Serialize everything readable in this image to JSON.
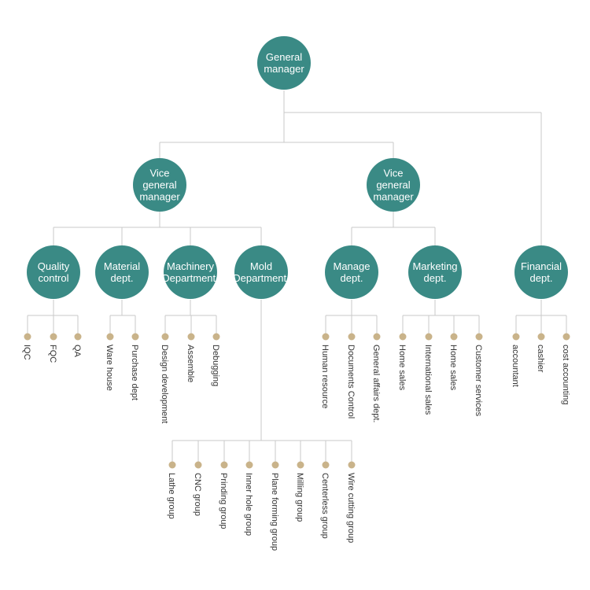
{
  "colors": {
    "node_fill": "#3a8a85",
    "leaf_dot": "#c9b38a",
    "line": "#c8c8c8",
    "leaf_text": "#333333"
  },
  "org_chart": {
    "root": {
      "id": "general-manager",
      "label": [
        "General",
        "manager"
      ]
    },
    "vice_left": {
      "id": "vice-gm-left",
      "label": [
        "Vice",
        "general",
        "manager"
      ]
    },
    "vice_right": {
      "id": "vice-gm-right",
      "label": [
        "Vice",
        "general",
        "manager"
      ]
    },
    "departments": [
      {
        "id": "quality-control",
        "label": [
          "Quality",
          "control"
        ],
        "leaves": [
          "IQC",
          "FQC",
          "QA"
        ]
      },
      {
        "id": "material-dept",
        "label": [
          "Material",
          "dept."
        ],
        "leaves": [
          "Ware house",
          "Purchase dept"
        ]
      },
      {
        "id": "machinery-department",
        "label": [
          "Machinery",
          "Department."
        ],
        "leaves": [
          "Design development",
          "Assemble",
          "Debugging"
        ]
      },
      {
        "id": "mold-department",
        "label": [
          "Mold",
          "Department."
        ],
        "leaves": [
          "Lathe group",
          "CNC group",
          "Prinding group",
          "Inner hole group",
          "Plane forming group",
          "Milling group",
          "Centerless group",
          "Wire cutting group"
        ]
      },
      {
        "id": "manage-dept",
        "label": [
          "Manage",
          "dept."
        ],
        "leaves": [
          "Human resource",
          "Documents Control",
          "General affairs dept."
        ]
      },
      {
        "id": "marketing-dept",
        "label": [
          "Marketing",
          "dept."
        ],
        "leaves": [
          "Home sales",
          "International sales",
          "Home sales",
          "Customer services"
        ]
      },
      {
        "id": "financial-dept",
        "label": [
          "Financial",
          "dept."
        ],
        "leaves": [
          "accountant",
          "cashier",
          "cost accounting"
        ]
      }
    ]
  }
}
